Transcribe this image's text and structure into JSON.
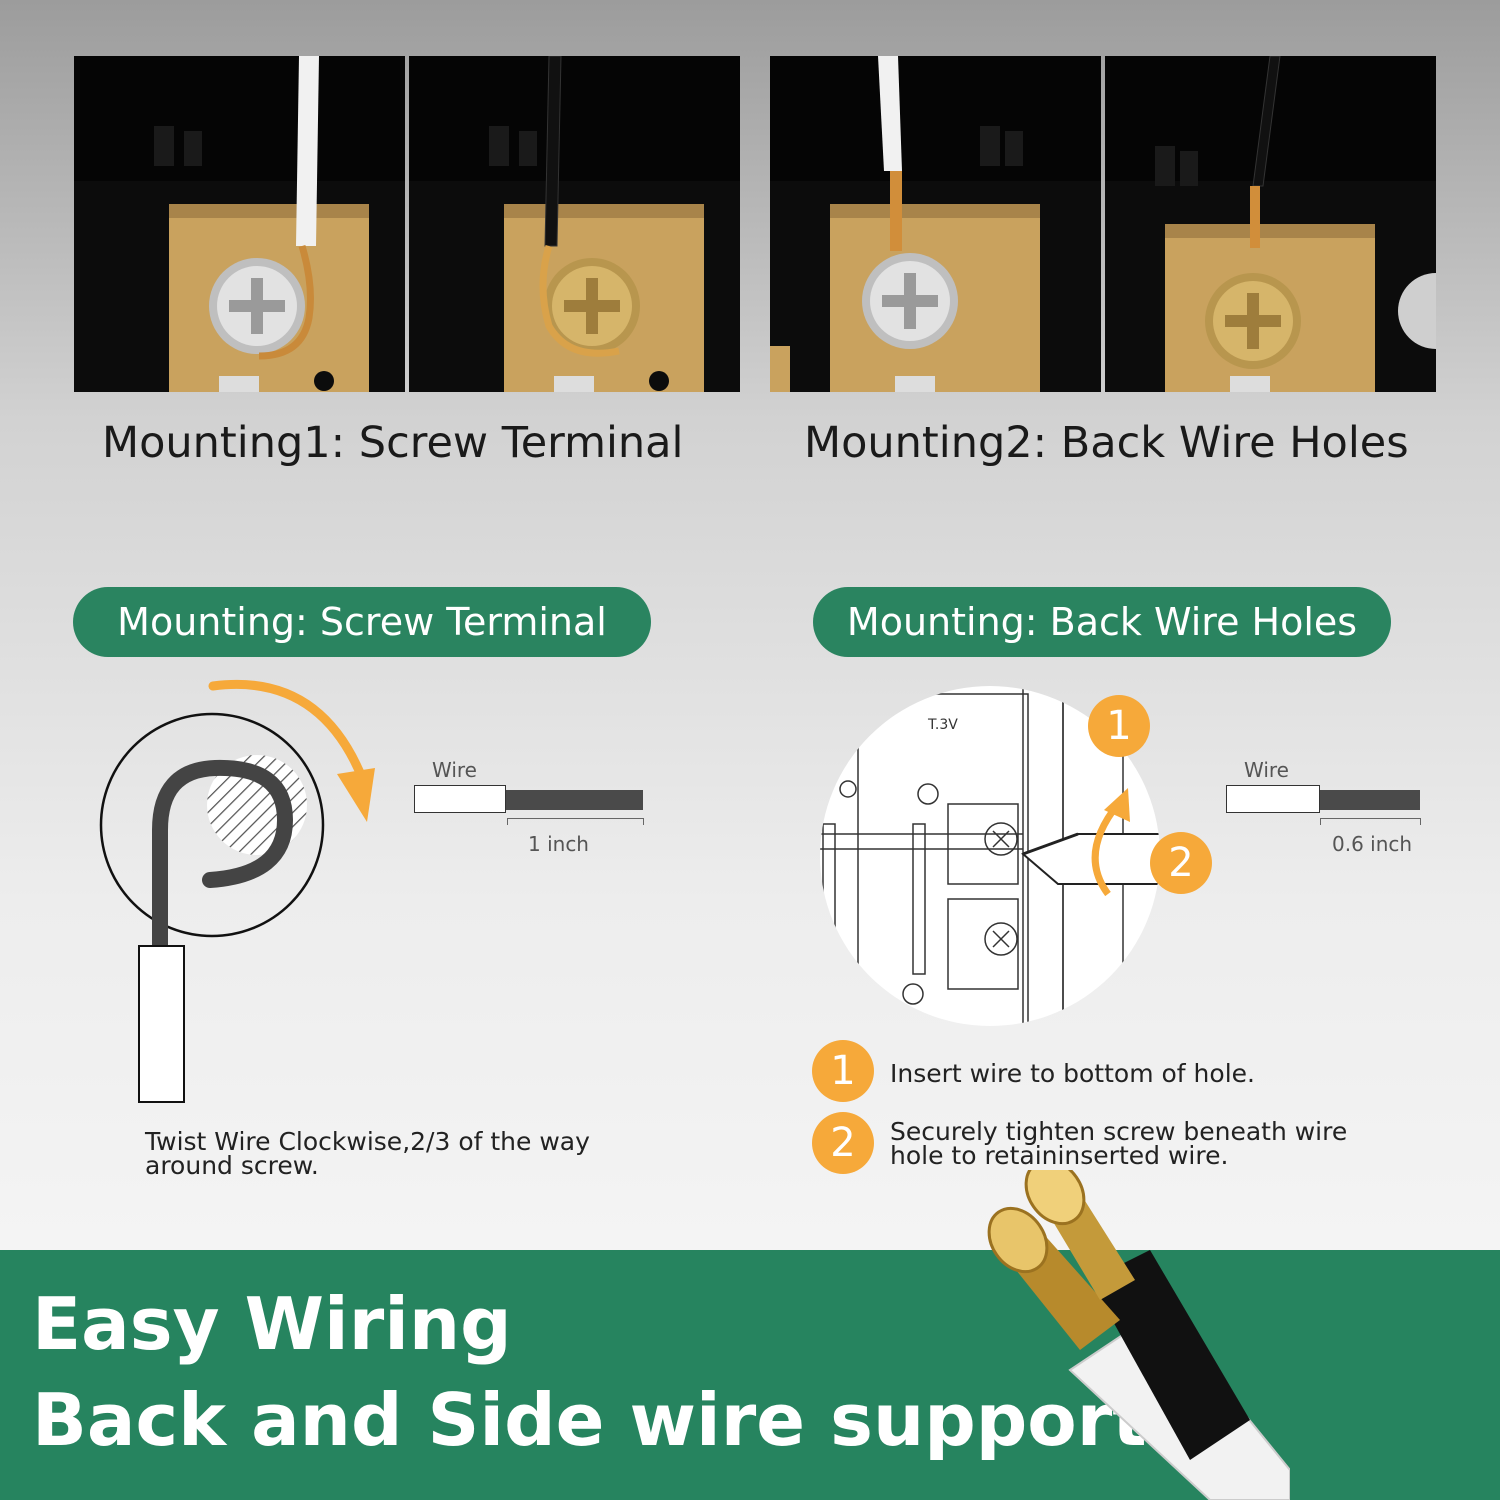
{
  "mounting1": {
    "caption": "Mounting1: Screw Terminal",
    "pill": "Mounting: Screw Terminal",
    "wire_label": "Wire",
    "strip_length": "1 inch",
    "note": [
      "Twist Wire Clockwise,2/3 of the way",
      "around screw."
    ]
  },
  "mounting2": {
    "caption": "Mounting2: Back Wire Holes",
    "pill": "Mounting: Back Wire Holes",
    "wire_label": "Wire",
    "strip_length": "0.6 inch",
    "steps": [
      {
        "number": "1",
        "text": [
          "Insert wire to bottom of hole."
        ]
      },
      {
        "number": "2",
        "text": [
          "Securely tighten screw beneath wire",
          "hole to retaininserted wire."
        ]
      }
    ]
  },
  "banner": {
    "title": "Easy Wiring",
    "subtitle": "Back and Side wire support"
  },
  "colors": {
    "green": "#2a8460",
    "orange": "#f6a93a",
    "brass": "#c9a25e",
    "dark": "#050505"
  },
  "icons": [
    "screw-icon",
    "clockwise-arrow-icon",
    "screwdriver-icon",
    "wire-cable-icon"
  ]
}
